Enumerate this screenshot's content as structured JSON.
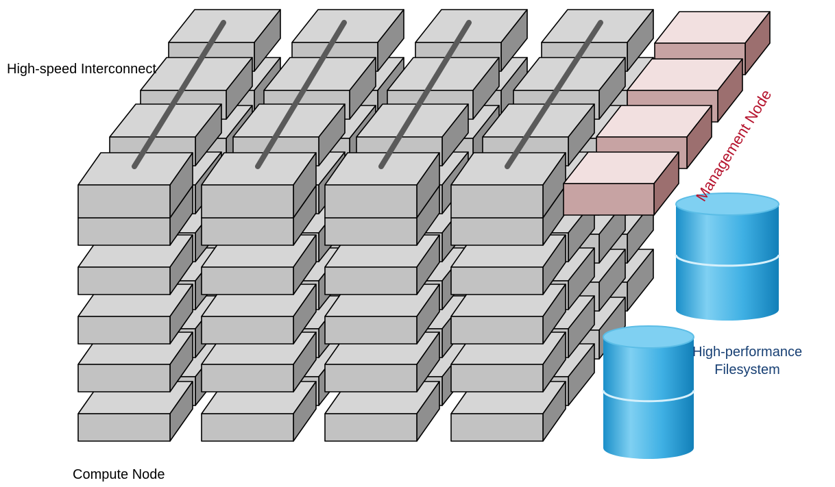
{
  "labels": {
    "interconnect": "High-speed Interconnect",
    "compute_node": "Compute Node",
    "management_node": "Management Node",
    "filesystem_line1": "High-performance",
    "filesystem_line2": "Filesystem"
  },
  "colors": {
    "compute_top": "#d6d6d6",
    "compute_front": "#c2c2c2",
    "compute_side": "#8f8f8f",
    "management_top": "#f2e0e0",
    "management_front": "#c7a3a3",
    "management_side": "#9c6f6f",
    "interconnect_bar": "#5a5a5a",
    "management_label": "#b5132d",
    "filesystem_label": "#173f73",
    "storage_light": "#7fd0f2",
    "storage_dark": "#1a8fc9"
  }
}
